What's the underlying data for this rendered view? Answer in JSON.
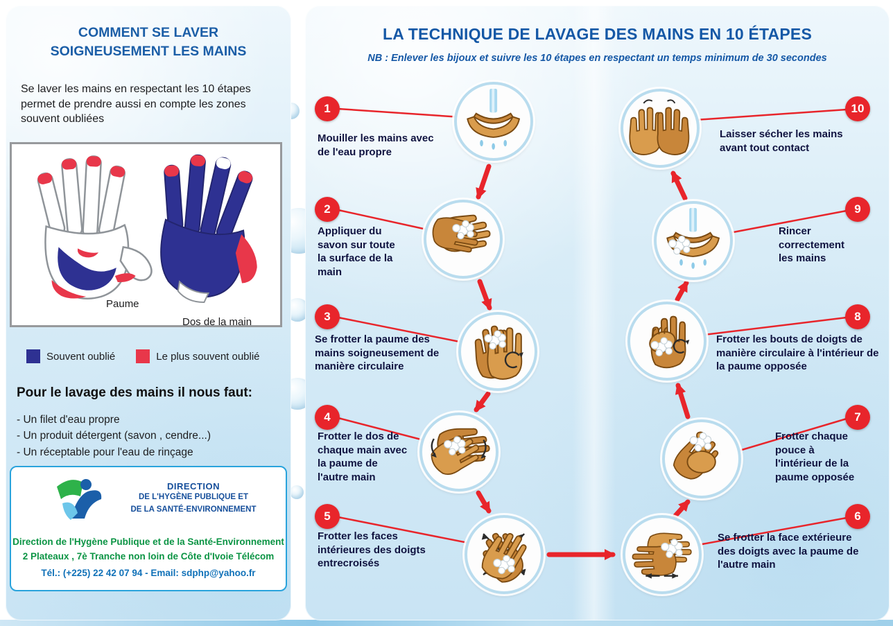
{
  "colors": {
    "accent_red": "#e8252b",
    "title_blue": "#1558a6",
    "legend_blue": "#2e3192",
    "legend_red": "#e8374a",
    "address_green": "#0b9444",
    "address_blue": "#1071b8"
  },
  "left_panel": {
    "title": "COMMENT SE LAVER SOIGNEUSEMENT LES MAINS",
    "intro": "Se laver les mains en respectant les 10 étapes permet de prendre aussi en compte les zones souvent oubliées",
    "figure": {
      "palm_label": "Paume",
      "back_label": "Dos de la  main"
    },
    "legend": [
      {
        "label": "Souvent oublié",
        "color": "#2e3192"
      },
      {
        "label": "Le plus souvent oublié",
        "color": "#e8374a"
      }
    ],
    "needs_title": "Pour le lavage des mains il nous faut:",
    "needs": [
      "- Un filet d'eau propre",
      "- Un produit détergent (savon , cendre...)",
      "- Un réceptable pour l'eau de rinçage"
    ],
    "footer": {
      "org_lines": [
        "DIRECTION",
        "DE L'HYGÈNE PUBLIQUE ET",
        "DE LA SANTÉ-ENVIRONNEMENT"
      ],
      "address_line1": "Direction de l'Hygène Publique et de la Santé-Environnement",
      "address_line2": "2 Plateaux , 7è Tranche non loin de  Côte d'Ivoie Télécom",
      "contact_line": "Tél.: (+225) 22 42 07 94 - Email: sdphp@yahoo.fr"
    }
  },
  "right_panel": {
    "title": "LA TECHNIQUE DE LAVAGE DES MAINS EN 10 ÉTAPES",
    "subtitle": "NB : Enlever les bijoux et suivre les 10 étapes en respectant un temps minimum de 30 secondes",
    "steps_left": [
      {
        "number": "1",
        "label": "Mouiller les mains avec de l'eau propre",
        "icon": "hands-under-running-water"
      },
      {
        "number": "2",
        "label": "Appliquer du savon sur toute la surface de la main",
        "icon": "applying-soap"
      },
      {
        "number": "3",
        "label": "Se frotter la paume des mains soigneusement de manière circulaire",
        "icon": "rubbing-palms-circular"
      },
      {
        "number": "4",
        "label": "Frotter le dos de chaque main avec la paume de l'autre main",
        "icon": "rubbing-back-of-hand"
      },
      {
        "number": "5",
        "label": "Frotter les faces intérieures des doigts entrecroisés",
        "icon": "interlaced-fingers"
      }
    ],
    "steps_right": [
      {
        "number": "10",
        "label": "Laisser sécher les mains avant tout contact",
        "icon": "drying-hands"
      },
      {
        "number": "9",
        "label": "Rincer correctement les mains",
        "icon": "rinsing-hands"
      },
      {
        "number": "8",
        "label": "Frotter les bouts de doigts de manière circulaire à l'intérieur de la paume opposée",
        "icon": "rubbing-fingertips-in-palm"
      },
      {
        "number": "7",
        "label": "Frotter chaque pouce à l'intérieur de la paume opposée",
        "icon": "rubbing-thumb"
      },
      {
        "number": "6",
        "label": "Se frotter la face extérieure des doigts avec la paume de l'autre main",
        "icon": "rubbing-back-of-fingers"
      }
    ]
  }
}
